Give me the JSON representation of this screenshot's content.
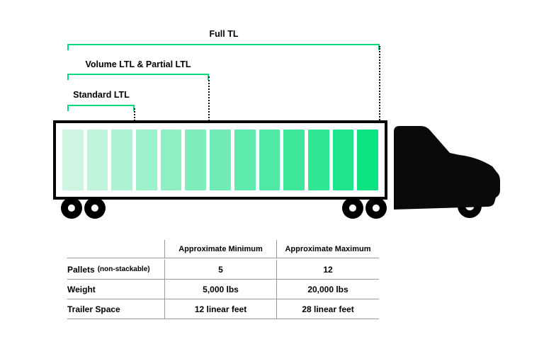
{
  "brackets": {
    "full_tl": {
      "label": "Full TL"
    },
    "volume_ltl": {
      "label": "Volume LTL & Partial LTL"
    },
    "standard_ltl": {
      "label": "Standard LTL"
    }
  },
  "colors": {
    "accent_green": "#00dc7d",
    "pallet_color_start": "#cdf5e2",
    "pallet_color_end": "#0ee383"
  },
  "truck": {
    "pallet_count": 13
  },
  "table": {
    "headers": [
      "Approximate Minimum",
      "Approximate Maximum"
    ],
    "rows": [
      {
        "label": "Pallets",
        "note": "(non-stackable)",
        "min": "5",
        "max": "12"
      },
      {
        "label": "Weight",
        "note": "",
        "min": "5,000 lbs",
        "max": "20,000 lbs"
      },
      {
        "label": "Trailer Space",
        "note": "",
        "min": "12 linear feet",
        "max": "28 linear feet"
      }
    ]
  }
}
